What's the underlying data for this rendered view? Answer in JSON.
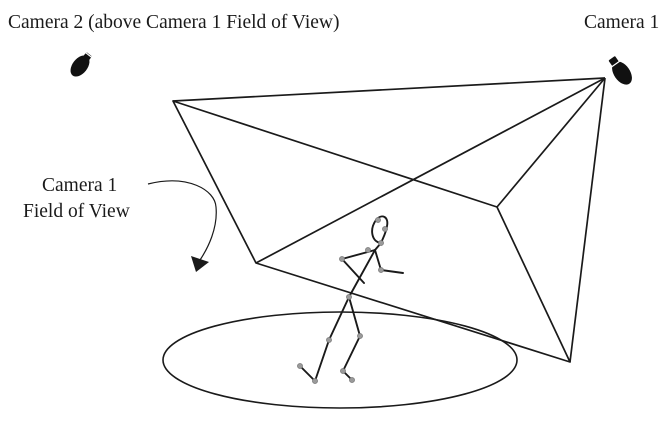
{
  "labels": {
    "camera2": "Camera 2 (above Camera 1 Field of View)",
    "camera1": "Camera 1",
    "fov_line1": "Camera 1",
    "fov_line2": "Field of View"
  },
  "colors": {
    "line": "#1a1a1a",
    "joint": "#9a9a9a",
    "camera": "#111111"
  },
  "icons": {
    "camera1": "security-camera-icon",
    "camera2": "security-camera-icon"
  }
}
